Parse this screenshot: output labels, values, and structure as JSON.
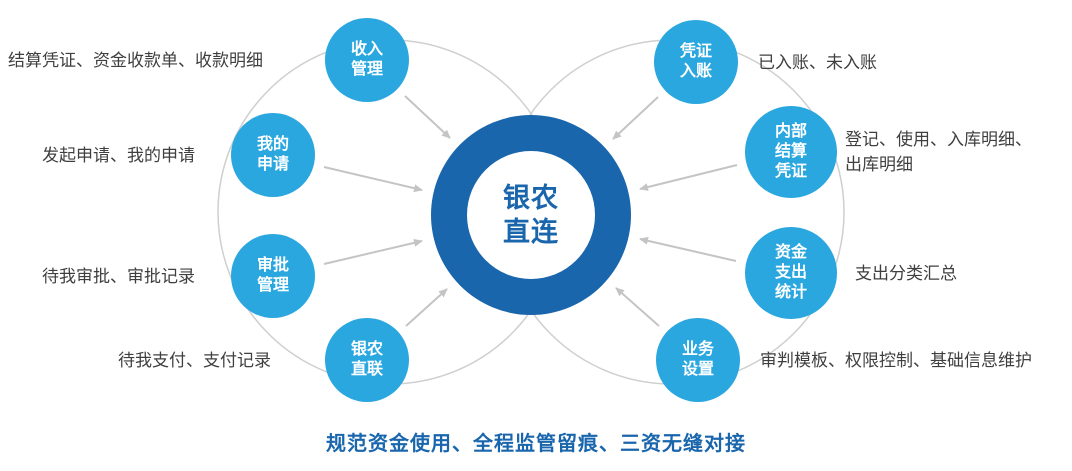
{
  "diagram": {
    "center": {
      "label": "银农直连"
    },
    "nodes": [
      {
        "label": "收入管理"
      },
      {
        "label": "我的申请"
      },
      {
        "label": "审批管理"
      },
      {
        "label": "银农直联"
      },
      {
        "label": "凭证入账"
      },
      {
        "label": "内部结算凭证"
      },
      {
        "label": "资金支出统计"
      },
      {
        "label": "业务设置"
      }
    ],
    "annotations": [
      {
        "text": "结算凭证、资金收款单、收款明细"
      },
      {
        "text": "发起申请、我的申请"
      },
      {
        "text": "待我审批、审批记录"
      },
      {
        "text": "待我支付、支付记录"
      },
      {
        "text": "已入账、未入账"
      },
      {
        "text": "登记、使用、入库明细、出库明细"
      },
      {
        "text": "支出分类汇总"
      },
      {
        "text": "审判模板、权限控制、基础信息维护"
      }
    ],
    "caption": "规范资金使用、全程监管留痕、三资无缝对接",
    "colors": {
      "node_blue": "#2ba7e0",
      "center_blue": "#1a66ad",
      "line_gray": "#c9c9c9"
    }
  }
}
